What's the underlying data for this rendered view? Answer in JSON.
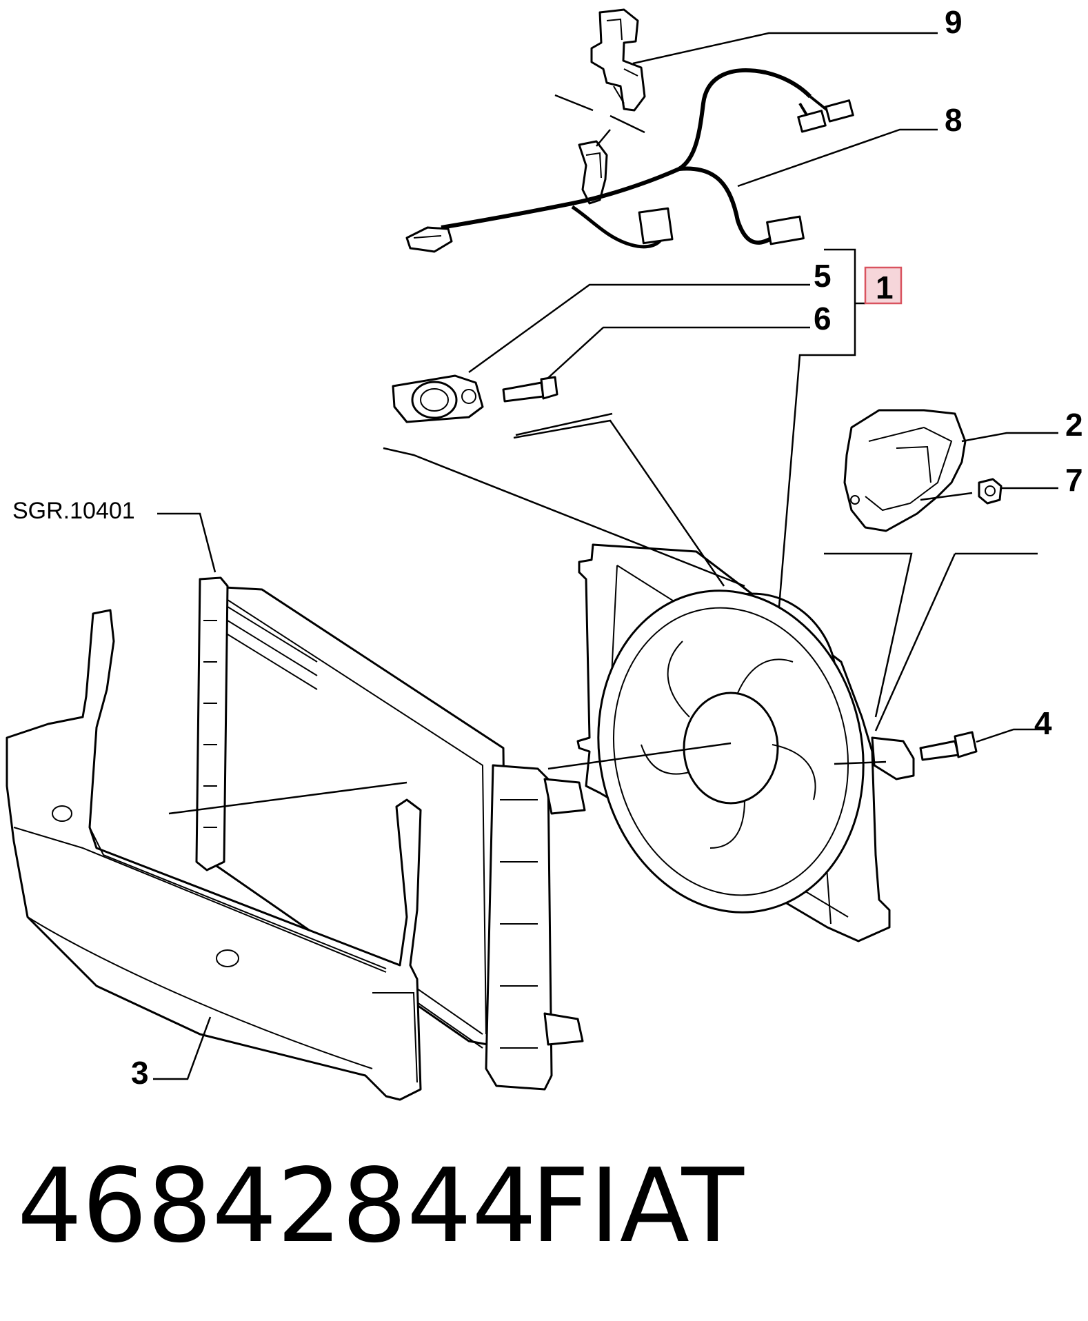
{
  "callouts": {
    "c9": "9",
    "c8": "8",
    "c5": "5",
    "c6": "6",
    "c1": "1",
    "c2": "2",
    "c7": "7",
    "c4": "4",
    "c3": "3"
  },
  "reference": "SGR.10401",
  "part_number": "46842844",
  "brand": "FIAT",
  "highlight_color": "#d9535f",
  "highlight_fill": "#f6d6da"
}
